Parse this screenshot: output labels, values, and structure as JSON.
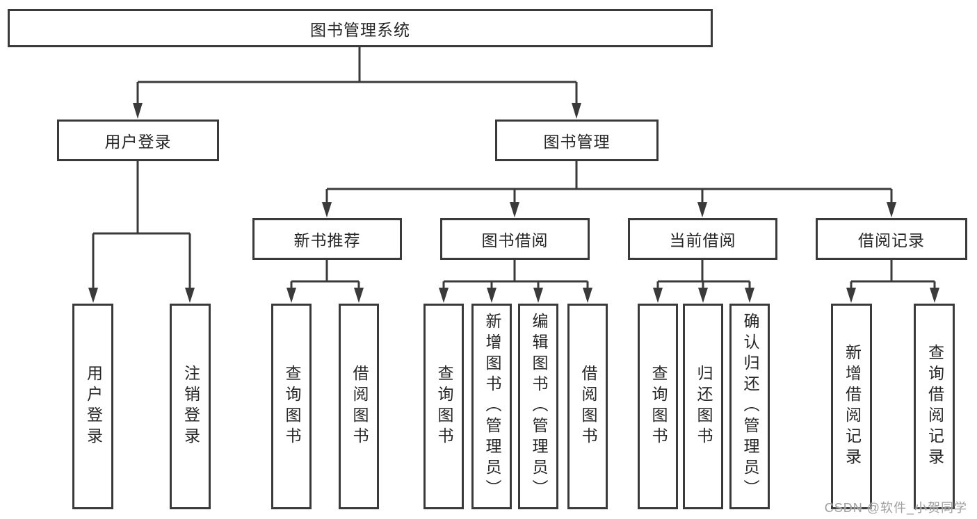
{
  "root": {
    "label": "图书管理系统"
  },
  "level2": {
    "user_login": {
      "label": "用户登录"
    },
    "book_mgmt": {
      "label": "图书管理"
    }
  },
  "level3": {
    "new_book": {
      "label": "新书推荐"
    },
    "borrow": {
      "label": "图书借阅"
    },
    "current": {
      "label": "当前借阅"
    },
    "records": {
      "label": "借阅记录"
    }
  },
  "leaves": {
    "user_login": [
      {
        "label": "用户登录"
      },
      {
        "label": "注销登录"
      }
    ],
    "new_book": [
      {
        "label": "查询图书"
      },
      {
        "label": "借阅图书"
      }
    ],
    "borrow": [
      {
        "label": "查询图书"
      },
      {
        "label": "新增图书（管理员）"
      },
      {
        "label": "编辑图书（管理员）"
      },
      {
        "label": "借阅图书"
      }
    ],
    "current": [
      {
        "label": "查询图书"
      },
      {
        "label": "归还图书"
      },
      {
        "label": "确认归还（管理员）"
      }
    ],
    "records": [
      {
        "label": "新增借阅记录"
      },
      {
        "label": "查询借阅记录"
      }
    ]
  },
  "watermark": {
    "text": "CSDN @软件_小贺同学"
  },
  "colors": {
    "line": "#3a3a3a",
    "text": "#262626",
    "watermark_text": "#9e9e9e",
    "box_background": "#ffffff"
  }
}
